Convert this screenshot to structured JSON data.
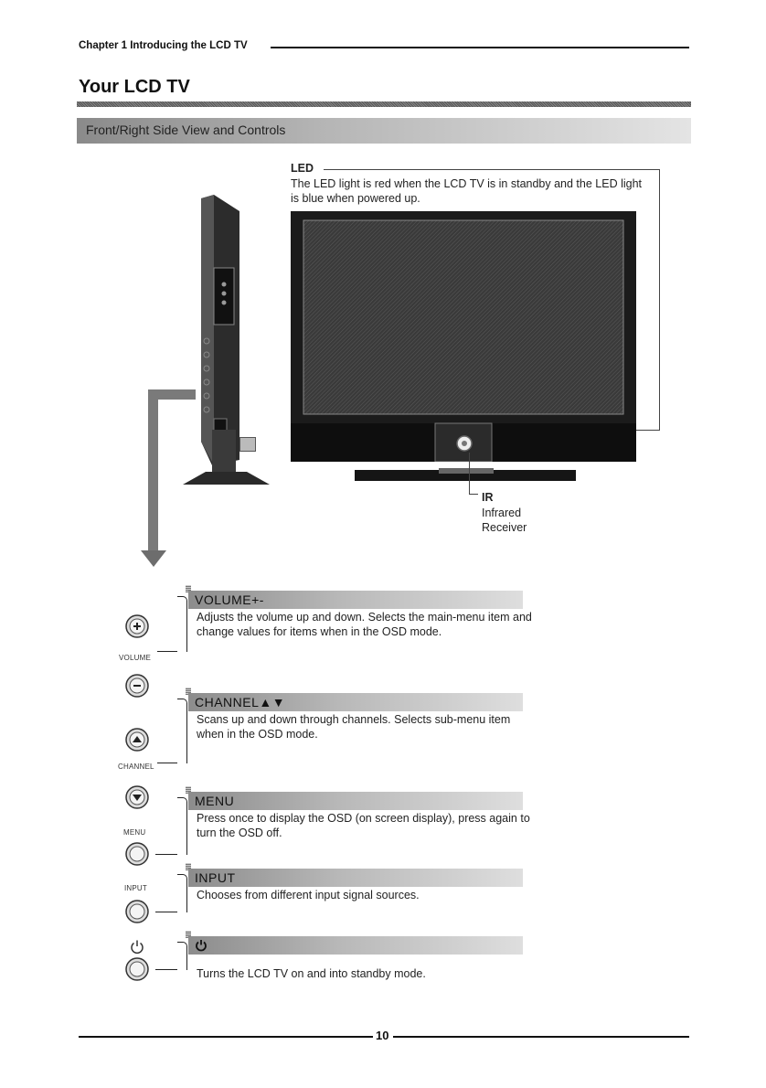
{
  "header": {
    "chapter": "Chapter 1  Introducing the LCD TV",
    "title": "Your LCD TV"
  },
  "section": {
    "title": "Front/Right Side View and Controls"
  },
  "led": {
    "title": "LED",
    "description": "The LED light is red when the LCD TV is in standby and the LED light is blue when powered up."
  },
  "ir": {
    "title": "IR",
    "line1": "Infrared",
    "line2": "Receiver"
  },
  "icon_labels": {
    "volume": "VOLUME",
    "channel": "CHANNEL",
    "menu": "MENU",
    "input": "INPUT"
  },
  "controls": [
    {
      "name": "VOLUME+-",
      "description": "Adjusts the volume up and down. Selects the main-menu item and change values for items when in the OSD mode."
    },
    {
      "name": "CHANNEL▲▼",
      "description": "Scans up and down through channels. Selects sub-menu item when in the OSD mode."
    },
    {
      "name": "MENU",
      "description": "Press once to display the OSD (on screen display), press again to turn the OSD off."
    },
    {
      "name": "INPUT",
      "description": "Chooses from different input signal sources."
    },
    {
      "name": "",
      "icon": "power-icon",
      "description": "Turns the LCD TV on and into standby mode."
    }
  ],
  "footer": {
    "page_number": "10"
  }
}
